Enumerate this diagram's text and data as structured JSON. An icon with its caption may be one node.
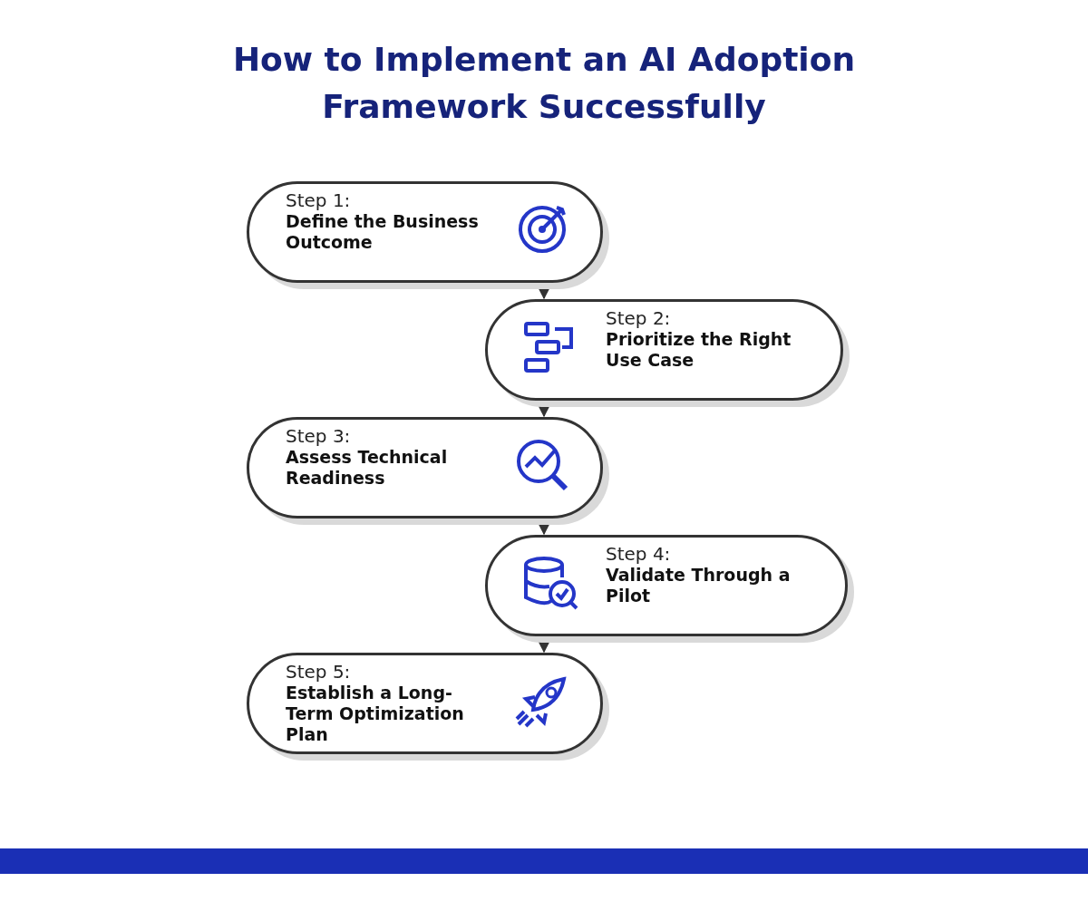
{
  "diagram": {
    "title": "How to Implement an AI Adoption Framework Successfully",
    "nodes": [
      {
        "text": [
          "Step 1:",
          "Define the Business Outcome"
        ]
      },
      {
        "text": [
          "Step 2:",
          "Prioritize the Right Use Case"
        ]
      },
      {
        "text": [
          "Step 3:",
          "Assess Technical Readiness"
        ]
      },
      {
        "text": [
          "Step 4:",
          "Validate Through a Pilot"
        ]
      },
      {
        "text": [
          "Step 5:",
          "Establish a Long-Term Optimization Plan"
        ]
      }
    ],
    "edges": [
      {
        "from": 0,
        "to": 1,
        "arrow": "to"
      },
      {
        "from": 1,
        "to": 2,
        "arrow": "to"
      },
      {
        "from": 2,
        "to": 3,
        "arrow": "to"
      },
      {
        "from": 3,
        "to": 4,
        "arrow": "to"
      }
    ]
  }
}
